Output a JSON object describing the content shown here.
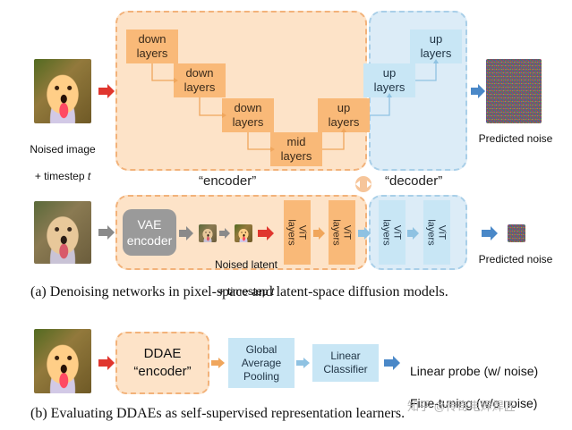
{
  "part_a": {
    "input_label": [
      "Noised image",
      "+ timestep "
    ],
    "input_label_t": "t",
    "encoder_blocks": [
      "down\nlayers",
      "down\nlayers",
      "down\nlayers",
      "mid\nlayers",
      "up\nlayers"
    ],
    "decoder_blocks": [
      "up\nlayers",
      "up\nlayers"
    ],
    "output_label": "Predicted noise",
    "encoder_caption": "“encoder”",
    "decoder_caption": "“decoder”",
    "vae_label": "VAE\nencoder",
    "latent_label": [
      "Noised latent",
      "+ timestep "
    ],
    "latent_label_t": "t",
    "vit_encoder": [
      "ViT\nlayers",
      "ViT\nlayers"
    ],
    "vit_decoder": [
      "ViT\nlayers",
      "ViT\nlayers"
    ],
    "latent_output_label": "Predicted noise",
    "caption": "(a)  Denoising networks in pixel-space and latent-space diffusion models."
  },
  "part_b": {
    "ddae_label": "DDAE\n“encoder”",
    "gap_label": "Global\nAverage\nPooling",
    "linear_label": "Linear\nClassifier",
    "outputs": [
      "Linear probe (w/ noise)",
      "Fine-tuning (w/o noise)"
    ],
    "caption": "(b)  Evaluating DDAEs as self-supervised representation learners."
  },
  "watermark": "知乎 @传奇电焊焊匠",
  "colors": {
    "encoder_fill": "#fde3c8",
    "decoder_fill": "#dcecf7",
    "orange_block": "#f9b978",
    "blue_block": "#c8e6f5",
    "red_arrow": "#e0362e",
    "blue_arrow": "#4a88c8",
    "gray_arrow": "#8a8a8a"
  }
}
